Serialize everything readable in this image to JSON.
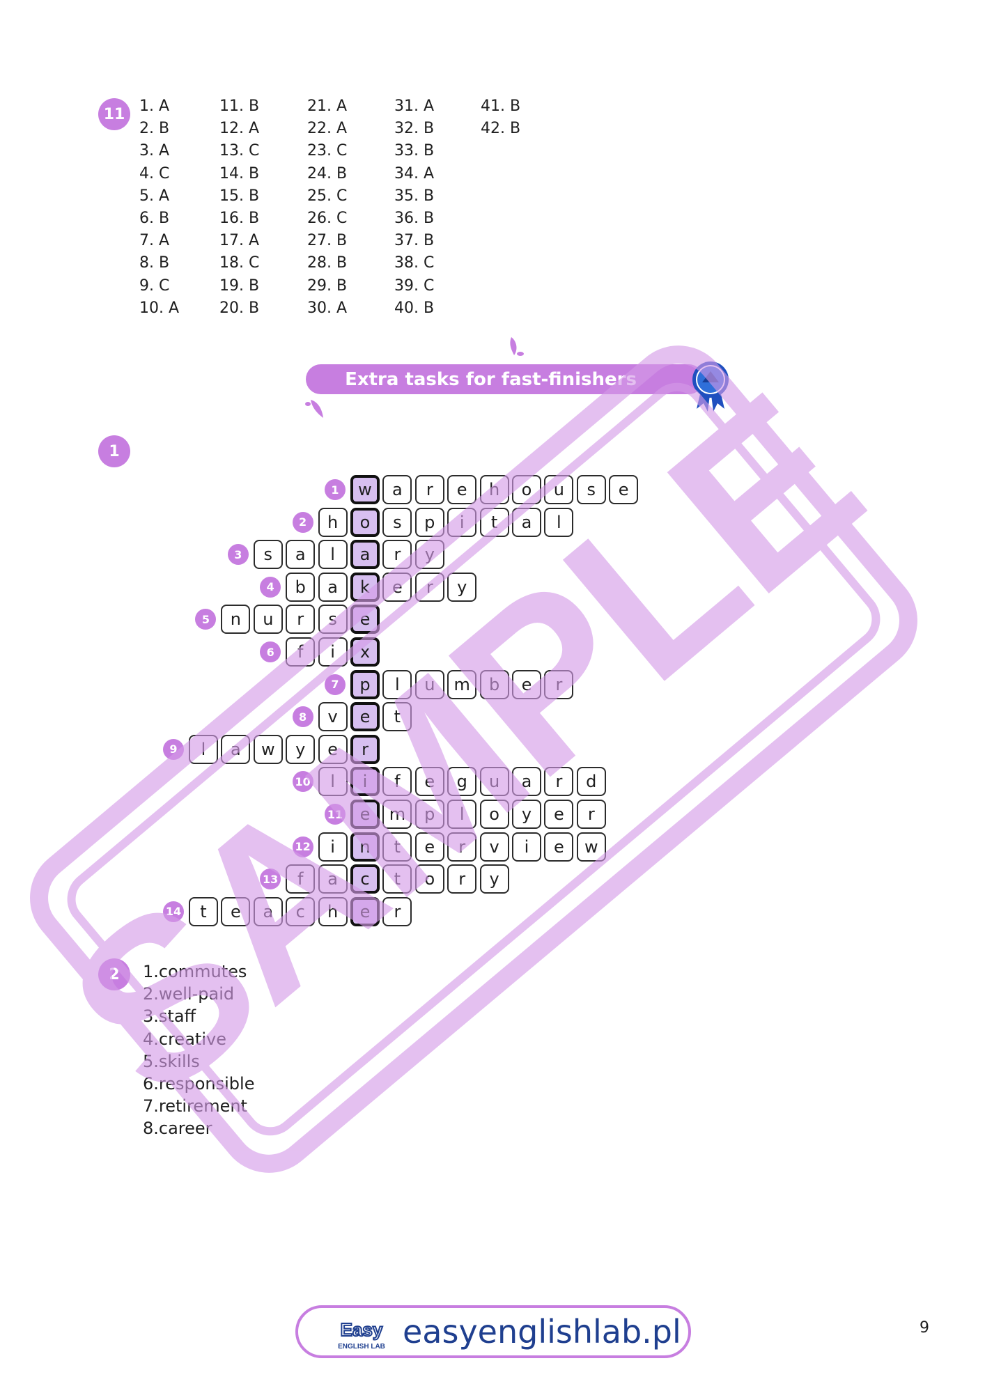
{
  "answer_key": {
    "badge": "11",
    "columns": [
      [
        "1. A",
        "2. B",
        "3. A",
        "4. C",
        "5. A",
        "6. B",
        "7. A",
        "8. B",
        "9. C",
        "10. A"
      ],
      [
        "11. B",
        "12. A",
        "13. C",
        "14. B",
        "15. B",
        "16. B",
        "17. A",
        "18. C",
        "19. B",
        "20. B"
      ],
      [
        "21. A",
        "22. A",
        "23. C",
        "24. B",
        "25. C",
        "26. C",
        "27. B",
        "28. B",
        "29. B",
        "30. A"
      ],
      [
        "31. A",
        "32. B",
        "33. B",
        "34. A",
        "35. B",
        "36. B",
        "37. B",
        "38. C",
        "39. C",
        "40. B"
      ],
      [
        "41. B",
        "42. B"
      ]
    ]
  },
  "banner": {
    "title": "Extra tasks for fast-finishers"
  },
  "exercise1": {
    "badge": "1",
    "keyword_column": 0,
    "words": [
      {
        "num": "1",
        "word": "warehouse",
        "key_index": 0
      },
      {
        "num": "2",
        "word": "hospital",
        "key_index": 1
      },
      {
        "num": "3",
        "word": "salary",
        "key_index": 3
      },
      {
        "num": "4",
        "word": "bakery",
        "key_index": 2
      },
      {
        "num": "5",
        "word": "nurse",
        "key_index": 4
      },
      {
        "num": "6",
        "word": "fix",
        "key_index": 2
      },
      {
        "num": "7",
        "word": "plumber",
        "key_index": 0
      },
      {
        "num": "8",
        "word": "vet",
        "key_index": 1
      },
      {
        "num": "9",
        "word": "lawyer",
        "key_index": 5
      },
      {
        "num": "10",
        "word": "lifeguard",
        "key_index": 1
      },
      {
        "num": "11",
        "word": "employer",
        "key_index": 0
      },
      {
        "num": "12",
        "word": "interview",
        "key_index": 1
      },
      {
        "num": "13",
        "word": "factory",
        "key_index": 2
      },
      {
        "num": "14",
        "word": "teacher",
        "key_index": 5
      }
    ]
  },
  "exercise2": {
    "badge": "2",
    "items": [
      "1.commutes",
      "2.well-paid",
      "3.staff",
      "4.creative",
      "5.skills",
      "6.responsible",
      "7.retirement",
      "8.career"
    ]
  },
  "stamp": {
    "text": "SAMPLE",
    "color": "#d49ae8"
  },
  "footer": {
    "logo_text": "Easy",
    "logo_subtext": "ENGLISH LAB",
    "url": "easyenglishlab.pl",
    "page_number": "9"
  },
  "colors": {
    "accent": "#c77ee0",
    "highlight": "#d7bff0",
    "url": "#1f3f8f"
  }
}
